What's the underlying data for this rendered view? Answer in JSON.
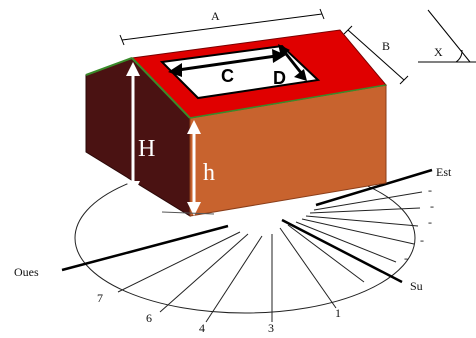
{
  "labels": {
    "A": "A",
    "B": "B",
    "C": "C",
    "D": "D",
    "X": "X",
    "H": "H",
    "h": "h",
    "est": "Est",
    "oues": "Oues",
    "su": "Su",
    "n7": "7",
    "n6": "6",
    "n4": "4",
    "n3": "3",
    "n1": "1",
    "dash": "-"
  },
  "colors": {
    "roof": "#e00000",
    "gable_wall": "#4a1212",
    "front_wall": "#c8632e",
    "roof_edge": "#3a8a2a",
    "skylight": "#ffffff"
  }
}
